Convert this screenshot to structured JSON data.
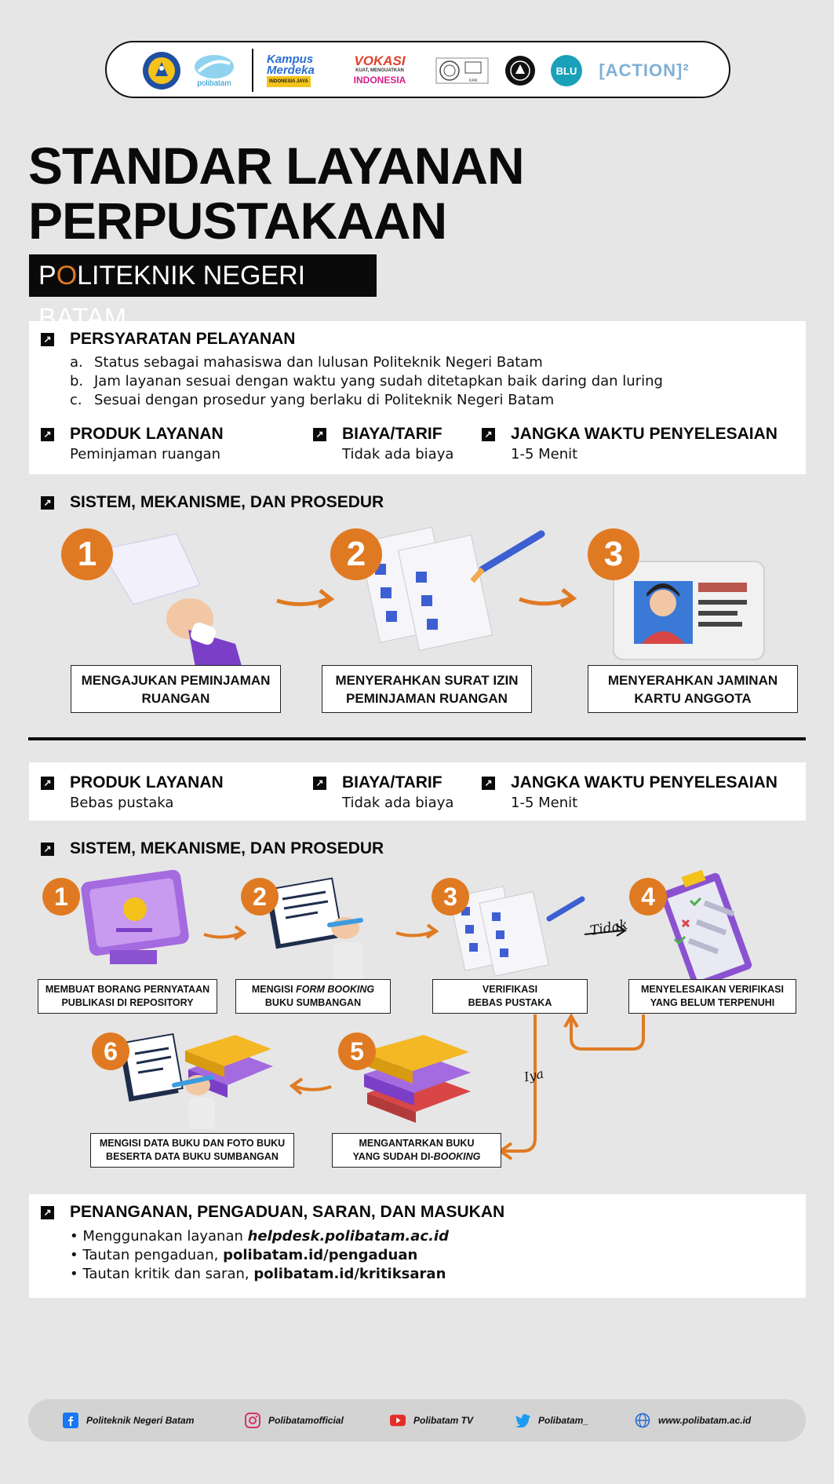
{
  "logos": {
    "polibatam": "polibatam",
    "kampus_merdeka_1": "Kampus",
    "kampus_merdeka_2": "Merdeka",
    "kampus_merdeka_3": "INDONESIA JAYA",
    "vokasi_1": "VOKASI",
    "vokasi_2": "KUAT, MENGUATKAN",
    "vokasi_3": "INDONESIA",
    "kan": "KAN",
    "blu": "BLU",
    "action": "[ACTION]²"
  },
  "title": {
    "line1": "STANDAR LAYANAN",
    "line2": "PERPUSTAKAAN",
    "sub_first": "P",
    "sub_o": "O",
    "sub_rest": "LITEKNIK NEGERI BATAM"
  },
  "section1": {
    "requirements_title": "PERSYARATAN PELAYANAN",
    "requirements": [
      {
        "letter": "a.",
        "text": "Status sebagai mahasiswa dan lulusan Politeknik Negeri Batam"
      },
      {
        "letter": "b.",
        "text": "Jam layanan sesuai dengan waktu yang sudah ditetapkan baik daring dan luring"
      },
      {
        "letter": "c.",
        "text": "Sesuai dengan prosedur yang berlaku di Politeknik Negeri Batam"
      }
    ],
    "product_title": "PRODUK LAYANAN",
    "product_value": "Peminjaman ruangan",
    "cost_title": "BIAYA/TARIF",
    "cost_value": "Tidak ada biaya",
    "time_title": "JANGKA WAKTU PENYELESAIAN",
    "time_value": "1-5 Menit",
    "system_title": "SISTEM, MEKANISME, DAN PROSEDUR",
    "steps": [
      {
        "num": "1",
        "line1": "MENGAJUKAN PEMINJAMAN",
        "line2": "RUANGAN"
      },
      {
        "num": "2",
        "line1": "MENYERAHKAN SURAT IZIN",
        "line2": "PEMINJAMAN RUANGAN"
      },
      {
        "num": "3",
        "line1": "MENYERAHKAN JAMINAN",
        "line2": "KARTU ANGGOTA"
      }
    ]
  },
  "section2": {
    "product_title": "PRODUK LAYANAN",
    "product_value": "Bebas pustaka",
    "cost_title": "BIAYA/TARIF",
    "cost_value": "Tidak ada biaya",
    "time_title": "JANGKA WAKTU PENYELESAIAN",
    "time_value": "1-5 Menit",
    "system_title": "SISTEM, MEKANISME, DAN PROSEDUR",
    "steps": [
      {
        "num": "1",
        "line1": "MEMBUAT BORANG PERNYATAAN",
        "line2": "PUBLIKASI DI REPOSITORY"
      },
      {
        "num": "2",
        "line1_a": "MENGISI ",
        "line1_b": "FORM BOOKING",
        "line2": "BUKU SUMBANGAN"
      },
      {
        "num": "3",
        "line1": "VERIFIKASI",
        "line2": "BEBAS PUSTAKA"
      },
      {
        "num": "4",
        "line1": "MENYELESAIKAN VERIFIKASI",
        "line2": "YANG BELUM TERPENUHI"
      },
      {
        "num": "5",
        "line1": "MENGANTARKAN BUKU",
        "line2_a": "YANG SUDAH DI-",
        "line2_b": "BOOKING"
      },
      {
        "num": "6",
        "line1": "MENGISI DATA BUKU DAN FOTO BUKU",
        "line2": "BESERTA DATA BUKU SUMBANGAN"
      }
    ],
    "label_no": "Tidak",
    "label_yes": "Iya"
  },
  "complaints": {
    "title": "PENANGANAN, PENGADUAN, SARAN, DAN MASUKAN",
    "items": [
      {
        "prefix": "Menggunakan layanan ",
        "bold": "helpdesk.polibatam.ac.id",
        "italic": true
      },
      {
        "prefix": "Tautan pengaduan, ",
        "bold": "polibatam.id/pengaduan",
        "italic": false
      },
      {
        "prefix": "Tautan kritik dan saran, ",
        "bold": "polibatam.id/kritiksaran",
        "italic": false
      }
    ]
  },
  "footer": {
    "facebook": "Politeknik Negeri Batam",
    "instagram": "Polibatamofficial",
    "youtube": "Polibatam TV",
    "twitter": "Polibatam_",
    "web": "www.polibatam.ac.id"
  },
  "colors": {
    "accent": "#e07a22",
    "dark": "#0a0a0a",
    "background": "#e6e6e6",
    "purple": "#7a3fc6",
    "checkblue": "#3d5fd1"
  }
}
